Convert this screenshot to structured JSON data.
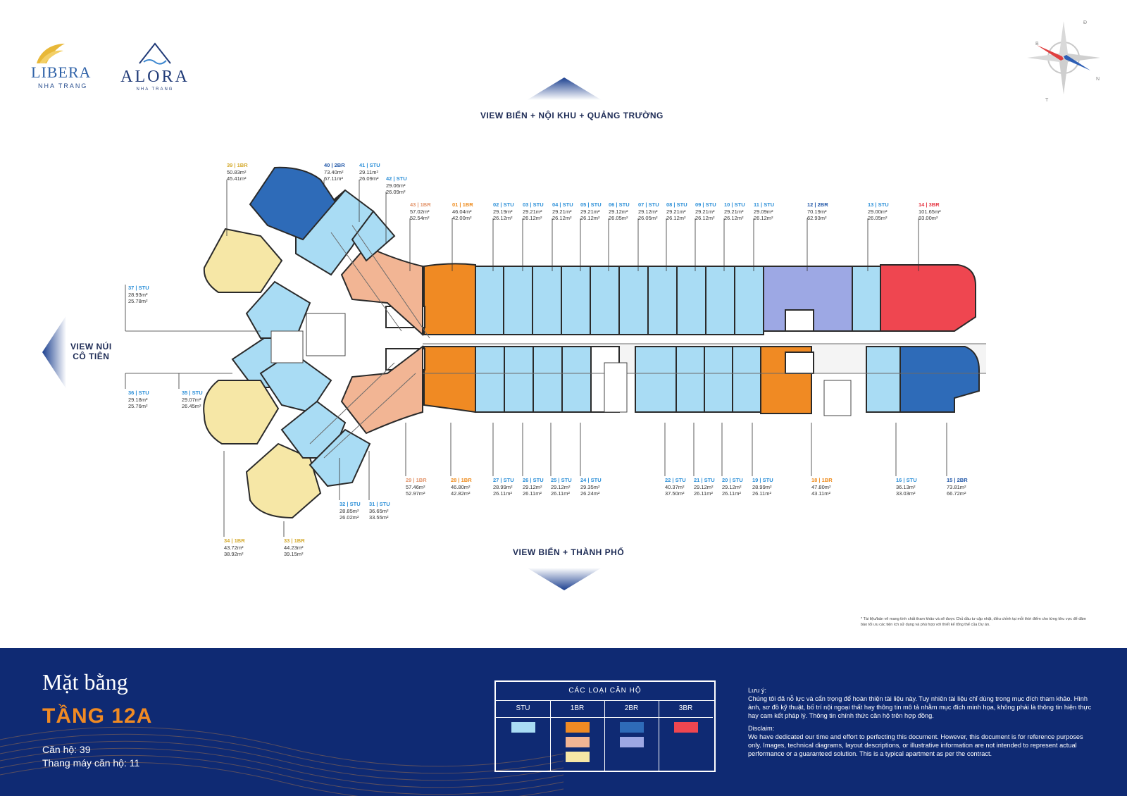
{
  "brand": {
    "libera_name": "LIBERA",
    "libera_sub": "NHA TRANG",
    "alora_name": "ALORA",
    "alora_sub": "NHA TRANG"
  },
  "compass": {
    "n": "B",
    "e": "Đ",
    "s": "N",
    "w": "T"
  },
  "views": {
    "top": "VIEW BIỂN + NỘI KHU + QUẢNG TRƯỜNG",
    "bottom": "VIEW BIỂN + THÀNH PHỐ",
    "left_line1": "VIEW NÚI",
    "left_line2": "CÔ TIÊN"
  },
  "units": [
    {
      "id": "u39",
      "title": "39 | 1BR",
      "a1": "50.83m²",
      "a2": "45.41m²",
      "type": "1bry"
    },
    {
      "id": "u40",
      "title": "40 | 2BR",
      "a1": "73.40m²",
      "a2": "67.11m²",
      "type": "2br"
    },
    {
      "id": "u41",
      "title": "41 | STU",
      "a1": "29.11m²",
      "a2": "26.09m²",
      "type": "stu"
    },
    {
      "id": "u42",
      "title": "42 | STU",
      "a1": "29.06m²",
      "a2": "26.09m²",
      "type": "stu"
    },
    {
      "id": "u43",
      "title": "43 | 1BR",
      "a1": "57.02m²",
      "a2": "52.54m²",
      "type": "1brp"
    },
    {
      "id": "u01",
      "title": "01 | 1BR",
      "a1": "46.04m²",
      "a2": "42.00m²",
      "type": "1br"
    },
    {
      "id": "u02",
      "title": "02 | STU",
      "a1": "29.19m²",
      "a2": "26.12m²",
      "type": "stu"
    },
    {
      "id": "u03",
      "title": "03 | STU",
      "a1": "29.21m²",
      "a2": "26.12m²",
      "type": "stu"
    },
    {
      "id": "u04",
      "title": "04 | STU",
      "a1": "29.21m²",
      "a2": "26.12m²",
      "type": "stu"
    },
    {
      "id": "u05",
      "title": "05 | STU",
      "a1": "29.21m²",
      "a2": "26.12m²",
      "type": "stu"
    },
    {
      "id": "u06",
      "title": "06 | STU",
      "a1": "29.12m²",
      "a2": "26.05m²",
      "type": "stu"
    },
    {
      "id": "u07",
      "title": "07 | STU",
      "a1": "29.12m²",
      "a2": "26.05m²",
      "type": "stu"
    },
    {
      "id": "u08",
      "title": "08 | STU",
      "a1": "29.21m²",
      "a2": "26.12m²",
      "type": "stu"
    },
    {
      "id": "u09",
      "title": "09 | STU",
      "a1": "29.21m²",
      "a2": "26.12m²",
      "type": "stu"
    },
    {
      "id": "u10",
      "title": "10 | STU",
      "a1": "29.21m²",
      "a2": "26.12m²",
      "type": "stu"
    },
    {
      "id": "u11",
      "title": "11 | STU",
      "a1": "29.09m²",
      "a2": "26.12m²",
      "type": "stu"
    },
    {
      "id": "u12",
      "title": "12 | 2BR",
      "a1": "70.19m²",
      "a2": "62.93m²",
      "type": "2br"
    },
    {
      "id": "u13",
      "title": "13 | STU",
      "a1": "29.00m²",
      "a2": "26.05m²",
      "type": "stu"
    },
    {
      "id": "u14",
      "title": "14 | 3BR",
      "a1": "101.65m²",
      "a2": "93.00m²",
      "type": "3br"
    },
    {
      "id": "u37",
      "title": "37 | STU",
      "a1": "28.93m²",
      "a2": "25.78m²",
      "type": "stu"
    },
    {
      "id": "u36",
      "title": "36 | STU",
      "a1": "29.18m²",
      "a2": "25.76m²",
      "type": "stu"
    },
    {
      "id": "u35",
      "title": "35 | STU",
      "a1": "29.07m²",
      "a2": "26.45m²",
      "type": "stu"
    },
    {
      "id": "u29",
      "title": "29 | 1BR",
      "a1": "57.46m²",
      "a2": "52.97m²",
      "type": "1brp"
    },
    {
      "id": "u28",
      "title": "28 | 1BR",
      "a1": "46.80m²",
      "a2": "42.82m²",
      "type": "1br"
    },
    {
      "id": "u27",
      "title": "27 | STU",
      "a1": "28.99m²",
      "a2": "26.11m²",
      "type": "stu"
    },
    {
      "id": "u26",
      "title": "26 | STU",
      "a1": "29.12m²",
      "a2": "26.11m²",
      "type": "stu"
    },
    {
      "id": "u25",
      "title": "25 | STU",
      "a1": "29.12m²",
      "a2": "26.11m²",
      "type": "stu"
    },
    {
      "id": "u24",
      "title": "24 | STU",
      "a1": "29.35m²",
      "a2": "26.24m²",
      "type": "stu"
    },
    {
      "id": "u22",
      "title": "22 | STU",
      "a1": "40.37m²",
      "a2": "37.50m²",
      "type": "stu"
    },
    {
      "id": "u21",
      "title": "21 | STU",
      "a1": "29.12m²",
      "a2": "26.11m²",
      "type": "stu"
    },
    {
      "id": "u20",
      "title": "20 | STU",
      "a1": "29.12m²",
      "a2": "26.11m²",
      "type": "stu"
    },
    {
      "id": "u19",
      "title": "19 | STU",
      "a1": "28.99m²",
      "a2": "26.11m²",
      "type": "stu"
    },
    {
      "id": "u18",
      "title": "18 | 1BR",
      "a1": "47.80m²",
      "a2": "43.11m²",
      "type": "1br"
    },
    {
      "id": "u16",
      "title": "16 | STU",
      "a1": "36.13m²",
      "a2": "33.03m²",
      "type": "stu"
    },
    {
      "id": "u15",
      "title": "15 | 2BR",
      "a1": "73.81m²",
      "a2": "66.72m²",
      "type": "2br"
    },
    {
      "id": "u32",
      "title": "32 | STU",
      "a1": "28.85m²",
      "a2": "26.02m²",
      "type": "stu"
    },
    {
      "id": "u31",
      "title": "31 | STU",
      "a1": "36.65m²",
      "a2": "33.55m²",
      "type": "stu"
    },
    {
      "id": "u34",
      "title": "34 | 1BR",
      "a1": "43.72m²",
      "a2": "38.92m²",
      "type": "1bry"
    },
    {
      "id": "u33",
      "title": "33 | 1BR",
      "a1": "44.23m²",
      "a2": "39.15m²",
      "type": "1bry"
    }
  ],
  "small_disclaimer": "* Tài liệu/bản vẽ mang tính chất tham khảo và sẽ được Chủ đầu tư cập nhật, điều chỉnh tại mỗi thời điểm cho từng khu vực để đảm bảo tối ưu các tiện ích sử dụng và phù hợp với thiết kế tổng thể của Dự án.",
  "footer": {
    "title_line1": "Mặt bằng",
    "title_line2": "TẦNG 12A",
    "units_count": "Căn hộ: 39",
    "elevator_ratio": "Thang máy căn hộ: 11"
  },
  "legend": {
    "title": "CÁC LOẠI CĂN HỘ",
    "columns": [
      "STU",
      "1BR",
      "2BR",
      "3BR"
    ],
    "colors": {
      "stu": "#a9dcf4",
      "br1": [
        "#f08a23",
        "#f2b594",
        "#f6e7a6"
      ],
      "br2": [
        "#2e6bb8",
        "#9da8e4"
      ],
      "br3": [
        "#ef4650"
      ]
    }
  },
  "note": {
    "vi_title": "Lưu ý:",
    "vi_text": "Chúng tôi đã nỗ lực và cẩn trọng để hoàn thiện tài liệu này. Tuy nhiên tài liệu chỉ dùng trong mục đích tham khảo. Hình ảnh, sơ đồ kỹ thuật, bố trí nội ngoại thất hay thông tin mô tả nhằm mục đích minh họa, không phải là thông tin hiện thực hay cam kết pháp lý. Thông tin chính thức căn hộ trên hợp đồng.",
    "en_title": "Disclaim:",
    "en_text": "We have dedicated our time and effort to perfecting this document. However, this document is for reference purposes only. Images, technical diagrams, layout descriptions, or illustrative information are not intended to represent actual performance or a guaranteed solution. This is a typical apartment as per the contract."
  }
}
